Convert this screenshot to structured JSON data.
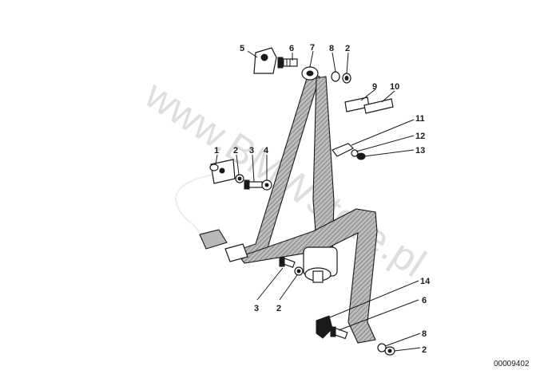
{
  "diagram": {
    "watermark": "www.BMWstore.pl",
    "figure_code": "00009402",
    "callouts": [
      "5",
      "6",
      "7",
      "8",
      "2",
      "9",
      "10",
      "11",
      "12",
      "13",
      "1",
      "2",
      "3",
      "4",
      "3",
      "2",
      "14",
      "6",
      "8",
      "2"
    ]
  }
}
